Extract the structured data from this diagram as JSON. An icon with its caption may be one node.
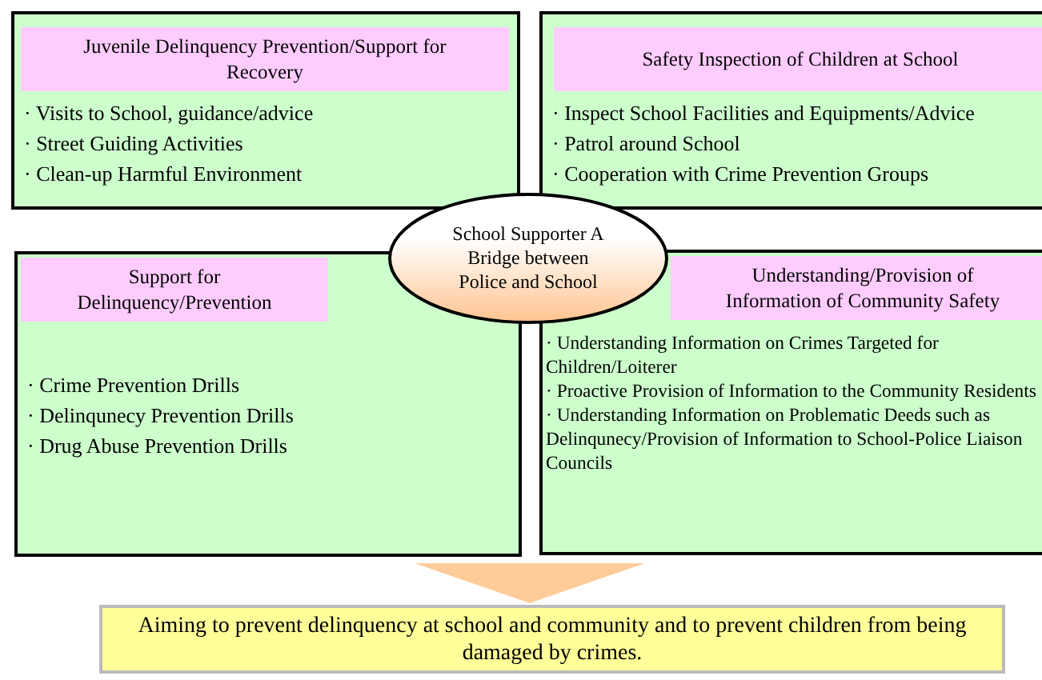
{
  "diagram": {
    "nodes": [
      {
        "text": [
          "· Visits to School, guidance/advice",
          "· Street Guiding Activities",
          "· Clean-up Harmful Environment"
        ]
      },
      {
        "text": [
          "Juvenile Delinquency Prevention/Support for Recovery"
        ],
        "in": 0
      },
      {
        "text": [
          "· Inspect School Facilities and Equipments/Advice",
          "· Patrol around School",
          "· Cooperation with Crime Prevention Groups"
        ]
      },
      {
        "text": [
          "Safety Inspection of Children at School"
        ],
        "in": 2
      },
      {
        "text": [
          "· Crime Prevention Drills",
          "· Delinqunecy Prevention Drills",
          "· Drug Abuse Prevention Drills"
        ]
      },
      {
        "text": [
          "Support for Delinquency/Prevention"
        ],
        "in": 4
      },
      {
        "text": [
          "· Understanding Information on Crimes Targeted for Children/Loiterer",
          "· Proactive Provision of Information to the Community Residents",
          "· Understanding Information on Problematic Deeds such as Delinqunecy/Provision of Information to School-Police Liaison Councils"
        ]
      },
      {
        "text": [
          "Understanding/Provision of Information of Community Safety"
        ],
        "in": 6
      },
      {
        "text": [
          "School Supporter A Bridge between Police and School"
        ]
      },
      {
        "text": [
          "Aiming to prevent delinquency at school and community and to prevent children from being damaged by crimes."
        ]
      }
    ],
    "edges": [
      {
        "from": 4,
        "to": 9,
        "arrow": "to"
      }
    ]
  }
}
